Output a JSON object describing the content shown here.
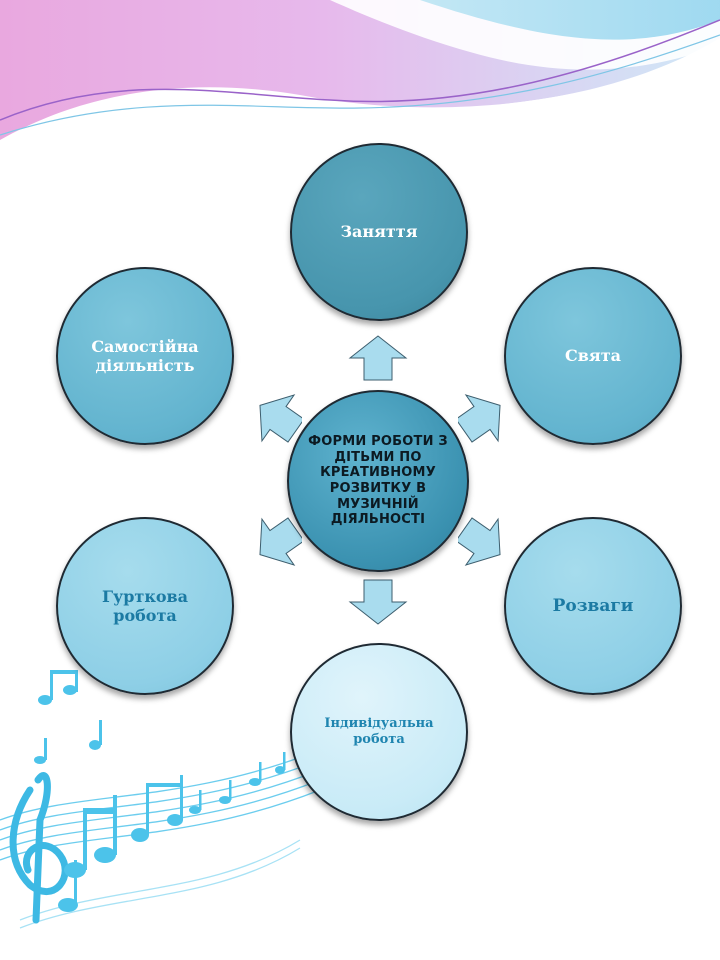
{
  "center": {
    "label": "ФОРМИ РОБОТИ З ДІТЬМИ ПО КРЕАТИВНОМУ РОЗВИТКУ В МУЗИЧНІЙ ДІЯЛЬНОСТІ"
  },
  "nodes": {
    "top": "Заняття",
    "upper_right": "Свята",
    "lower_right": "Розваги",
    "bottom": "Індивідуальна робота",
    "lower_left": "Гурткова робота",
    "upper_left": "Самостійна діяльність"
  },
  "colors": {
    "center": "#3a91b0",
    "top": "#4795ad",
    "upper_nodes": "#63b4cf",
    "lower_nodes": "#8ecfe6",
    "bottom": "#c9ebf7",
    "arrow": "#a9dcee",
    "wave_pink": "#e9a8df",
    "wave_blue": "#8fd3ee",
    "notes": "#4cc3ea"
  },
  "icons": [
    "arrow-icon",
    "music-notes-decoration",
    "header-wave-decoration"
  ]
}
